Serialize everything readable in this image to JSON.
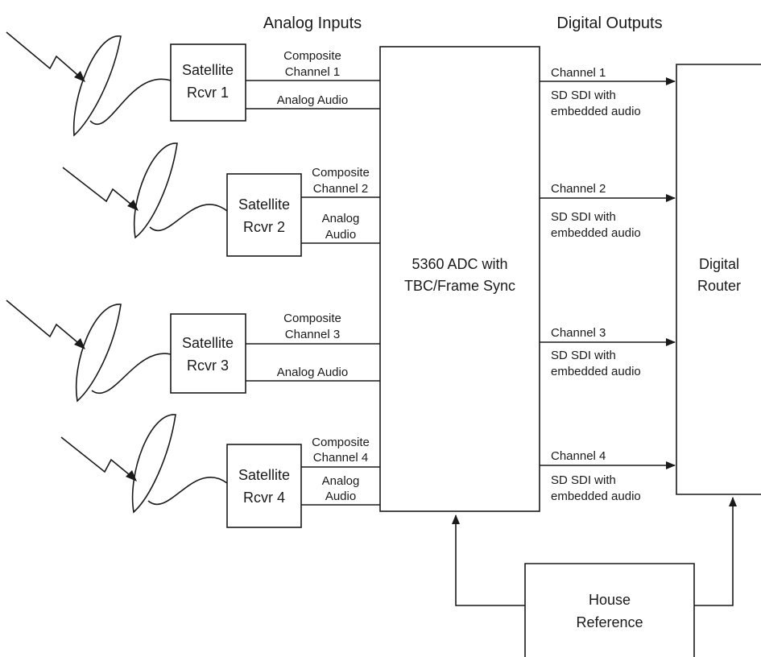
{
  "headers": {
    "analog_inputs": "Analog Inputs",
    "digital_outputs": "Digital Outputs"
  },
  "receivers": [
    {
      "line1": "Satellite",
      "line2": "Rcvr 1",
      "video": [
        "Composite",
        "Channel 1"
      ],
      "audio": [
        "Analog Audio"
      ]
    },
    {
      "line1": "Satellite",
      "line2": "Rcvr 2",
      "video": [
        "Composite",
        "Channel 2"
      ],
      "audio": [
        "Analog",
        "Audio"
      ]
    },
    {
      "line1": "Satellite",
      "line2": "Rcvr 3",
      "video": [
        "Composite",
        "Channel 3"
      ],
      "audio": [
        "Analog Audio"
      ]
    },
    {
      "line1": "Satellite",
      "line2": "Rcvr 4",
      "video": [
        "Composite",
        "Channel 4"
      ],
      "audio": [
        "Analog",
        "Audio"
      ]
    }
  ],
  "adc": {
    "line1": "5360 ADC with",
    "line2": "TBC/Frame Sync"
  },
  "outputs": [
    {
      "channel": "Channel 1",
      "desc1": "SD SDI with",
      "desc2": "embedded audio"
    },
    {
      "channel": "Channel 2",
      "desc1": "SD SDI with",
      "desc2": "embedded audio"
    },
    {
      "channel": "Channel 3",
      "desc1": "SD SDI with",
      "desc2": "embedded audio"
    },
    {
      "channel": "Channel 4",
      "desc1": "SD SDI with",
      "desc2": "embedded audio"
    }
  ],
  "router": {
    "line1": "Digital",
    "line2": "Router"
  },
  "house_ref": {
    "line1": "House",
    "line2": "Reference"
  },
  "colors": {
    "stroke": "#1a1a1a",
    "background": "#ffffff"
  },
  "icons": {
    "dish": "satellite-dish-icon",
    "signal": "lightning-signal-icon"
  }
}
